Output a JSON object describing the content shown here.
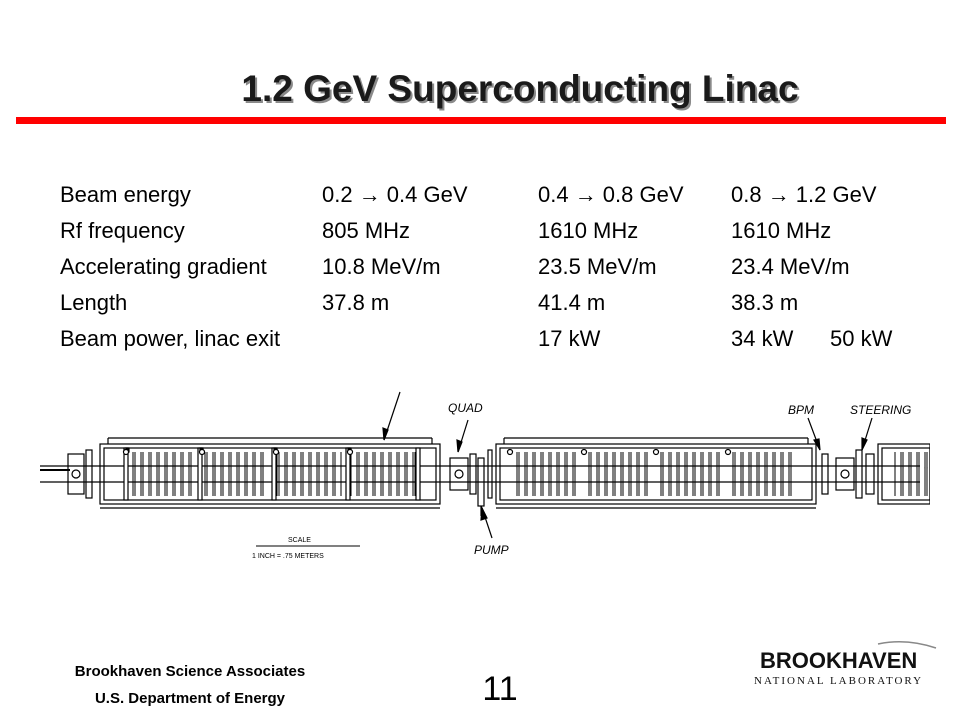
{
  "slide": {
    "title": "1.2 GeV Superconducting Linac",
    "accent_color": "#ff0000"
  },
  "params": {
    "rows": [
      {
        "label": "Beam energy",
        "c1": "0.2 → 0.4 GeV",
        "c2": "0.4 → 0.8 GeV",
        "c3": "0.8 → 1.2 GeV",
        "c4": ""
      },
      {
        "label": "Rf frequency",
        "c1": "805 MHz",
        "c2": "1610 MHz",
        "c3": "1610 MHz",
        "c4": ""
      },
      {
        "label": "Accelerating gradient",
        "c1": "10.8 MeV/m",
        "c2": "23.5 MeV/m",
        "c3": "23.4 MeV/m",
        "c4": ""
      },
      {
        "label": "Length",
        "c1": "37.8 m",
        "c2": "41.4 m",
        "c3": "38.3 m",
        "c4": ""
      },
      {
        "label": "Beam power, linac exit",
        "c1": "",
        "c2": "17 kW",
        "c3": "34 kW",
        "c4": "50 kW"
      }
    ]
  },
  "diagram": {
    "labels": {
      "quad": "QUAD",
      "bpm": "BPM",
      "steering": "STEERING",
      "pump": "PUMP",
      "scale_title": "SCALE",
      "scale_text": "1  INCH  =   .75  METERS"
    },
    "icons": [
      "arrow-icon"
    ]
  },
  "footer": {
    "org_line1": "Brookhaven Science Associates",
    "org_line2": "U.S. Department of Energy",
    "page_number": "11",
    "logo_word": "BROOKHAVEN",
    "logo_sub": "NATIONAL  LABORATORY"
  }
}
